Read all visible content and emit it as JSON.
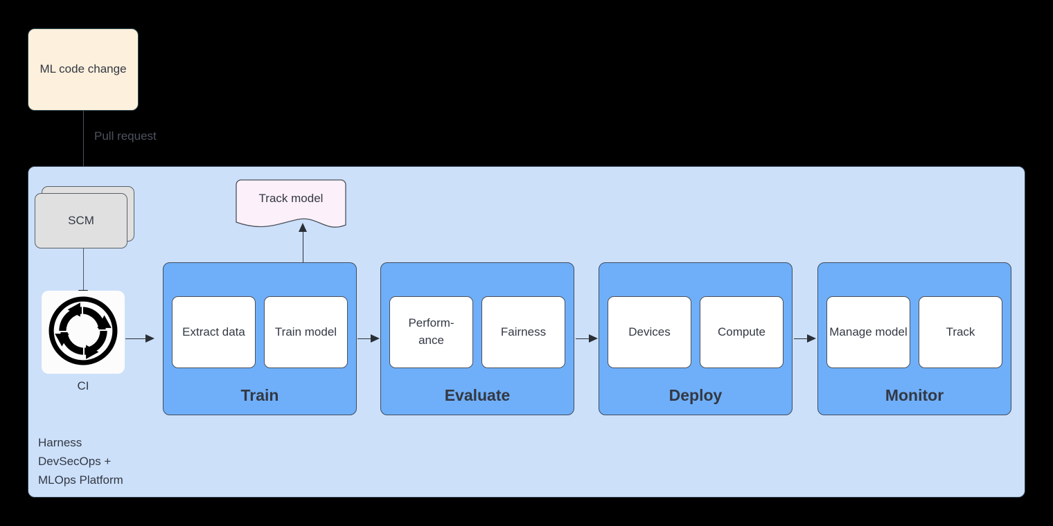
{
  "diagram": {
    "ml_code_change": {
      "label": "ML code change"
    },
    "pull_request_edge": {
      "label": "Pull request"
    },
    "scm": {
      "label": "SCM"
    },
    "ci": {
      "label": "CI",
      "icon": "continuous-integration-cycle-icon"
    },
    "track_model": {
      "label": "Track model"
    },
    "platform": {
      "label": "Harness\nDevSecOps +\nMLOps Platform"
    },
    "stages": [
      {
        "title": "Train",
        "cards": [
          "Extract data",
          "Train model"
        ]
      },
      {
        "title": "Evaluate",
        "cards": [
          "Perform-\nance",
          "Fairness"
        ]
      },
      {
        "title": "Deploy",
        "cards": [
          "Devices",
          "Compute"
        ]
      },
      {
        "title": "Monitor",
        "cards": [
          "Manage model",
          "Track"
        ]
      }
    ]
  },
  "colors": {
    "background": "#000000",
    "platform_fill": "#CCE0FA",
    "stage_fill": "#6FAFF9",
    "card_fill": "#FFFFFF",
    "ml_code_change_fill": "#FDF0DC",
    "scm_fill": "#E0E0E0",
    "track_model_fill": "#FCF0FA",
    "text": "#333843",
    "edge": "#2A2E35"
  }
}
